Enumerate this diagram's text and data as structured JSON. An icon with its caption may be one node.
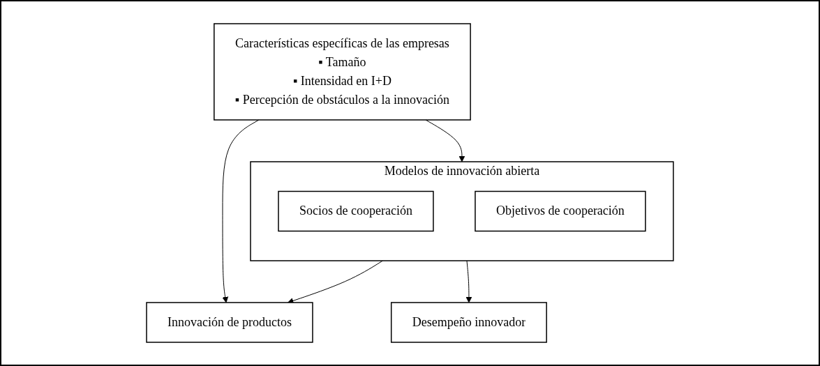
{
  "diagram": {
    "nodes": [
      {
        "text": [
          "Características específicas de las empresas",
          "▪ Tamaño",
          "▪ Intensidad en I+D",
          "▪ Percepción de obstáculos a la innovación"
        ]
      },
      {
        "text": [
          "Modelos de innovación abierta"
        ]
      },
      {
        "text": [
          "Socios de cooperación"
        ],
        "in": 1
      },
      {
        "text": [
          "Objetivos de cooperación"
        ],
        "in": 1
      },
      {
        "text": [
          "Innovación de productos"
        ]
      },
      {
        "text": [
          "Desempeño innovador"
        ]
      }
    ],
    "edges": [
      {
        "from": 0,
        "to": 1,
        "arrow": "to"
      },
      {
        "from": 0,
        "to": 4,
        "arrow": "to"
      },
      {
        "from": 1,
        "to": 4,
        "arrow": "to"
      },
      {
        "from": 1,
        "to": 5,
        "arrow": "to"
      }
    ]
  }
}
